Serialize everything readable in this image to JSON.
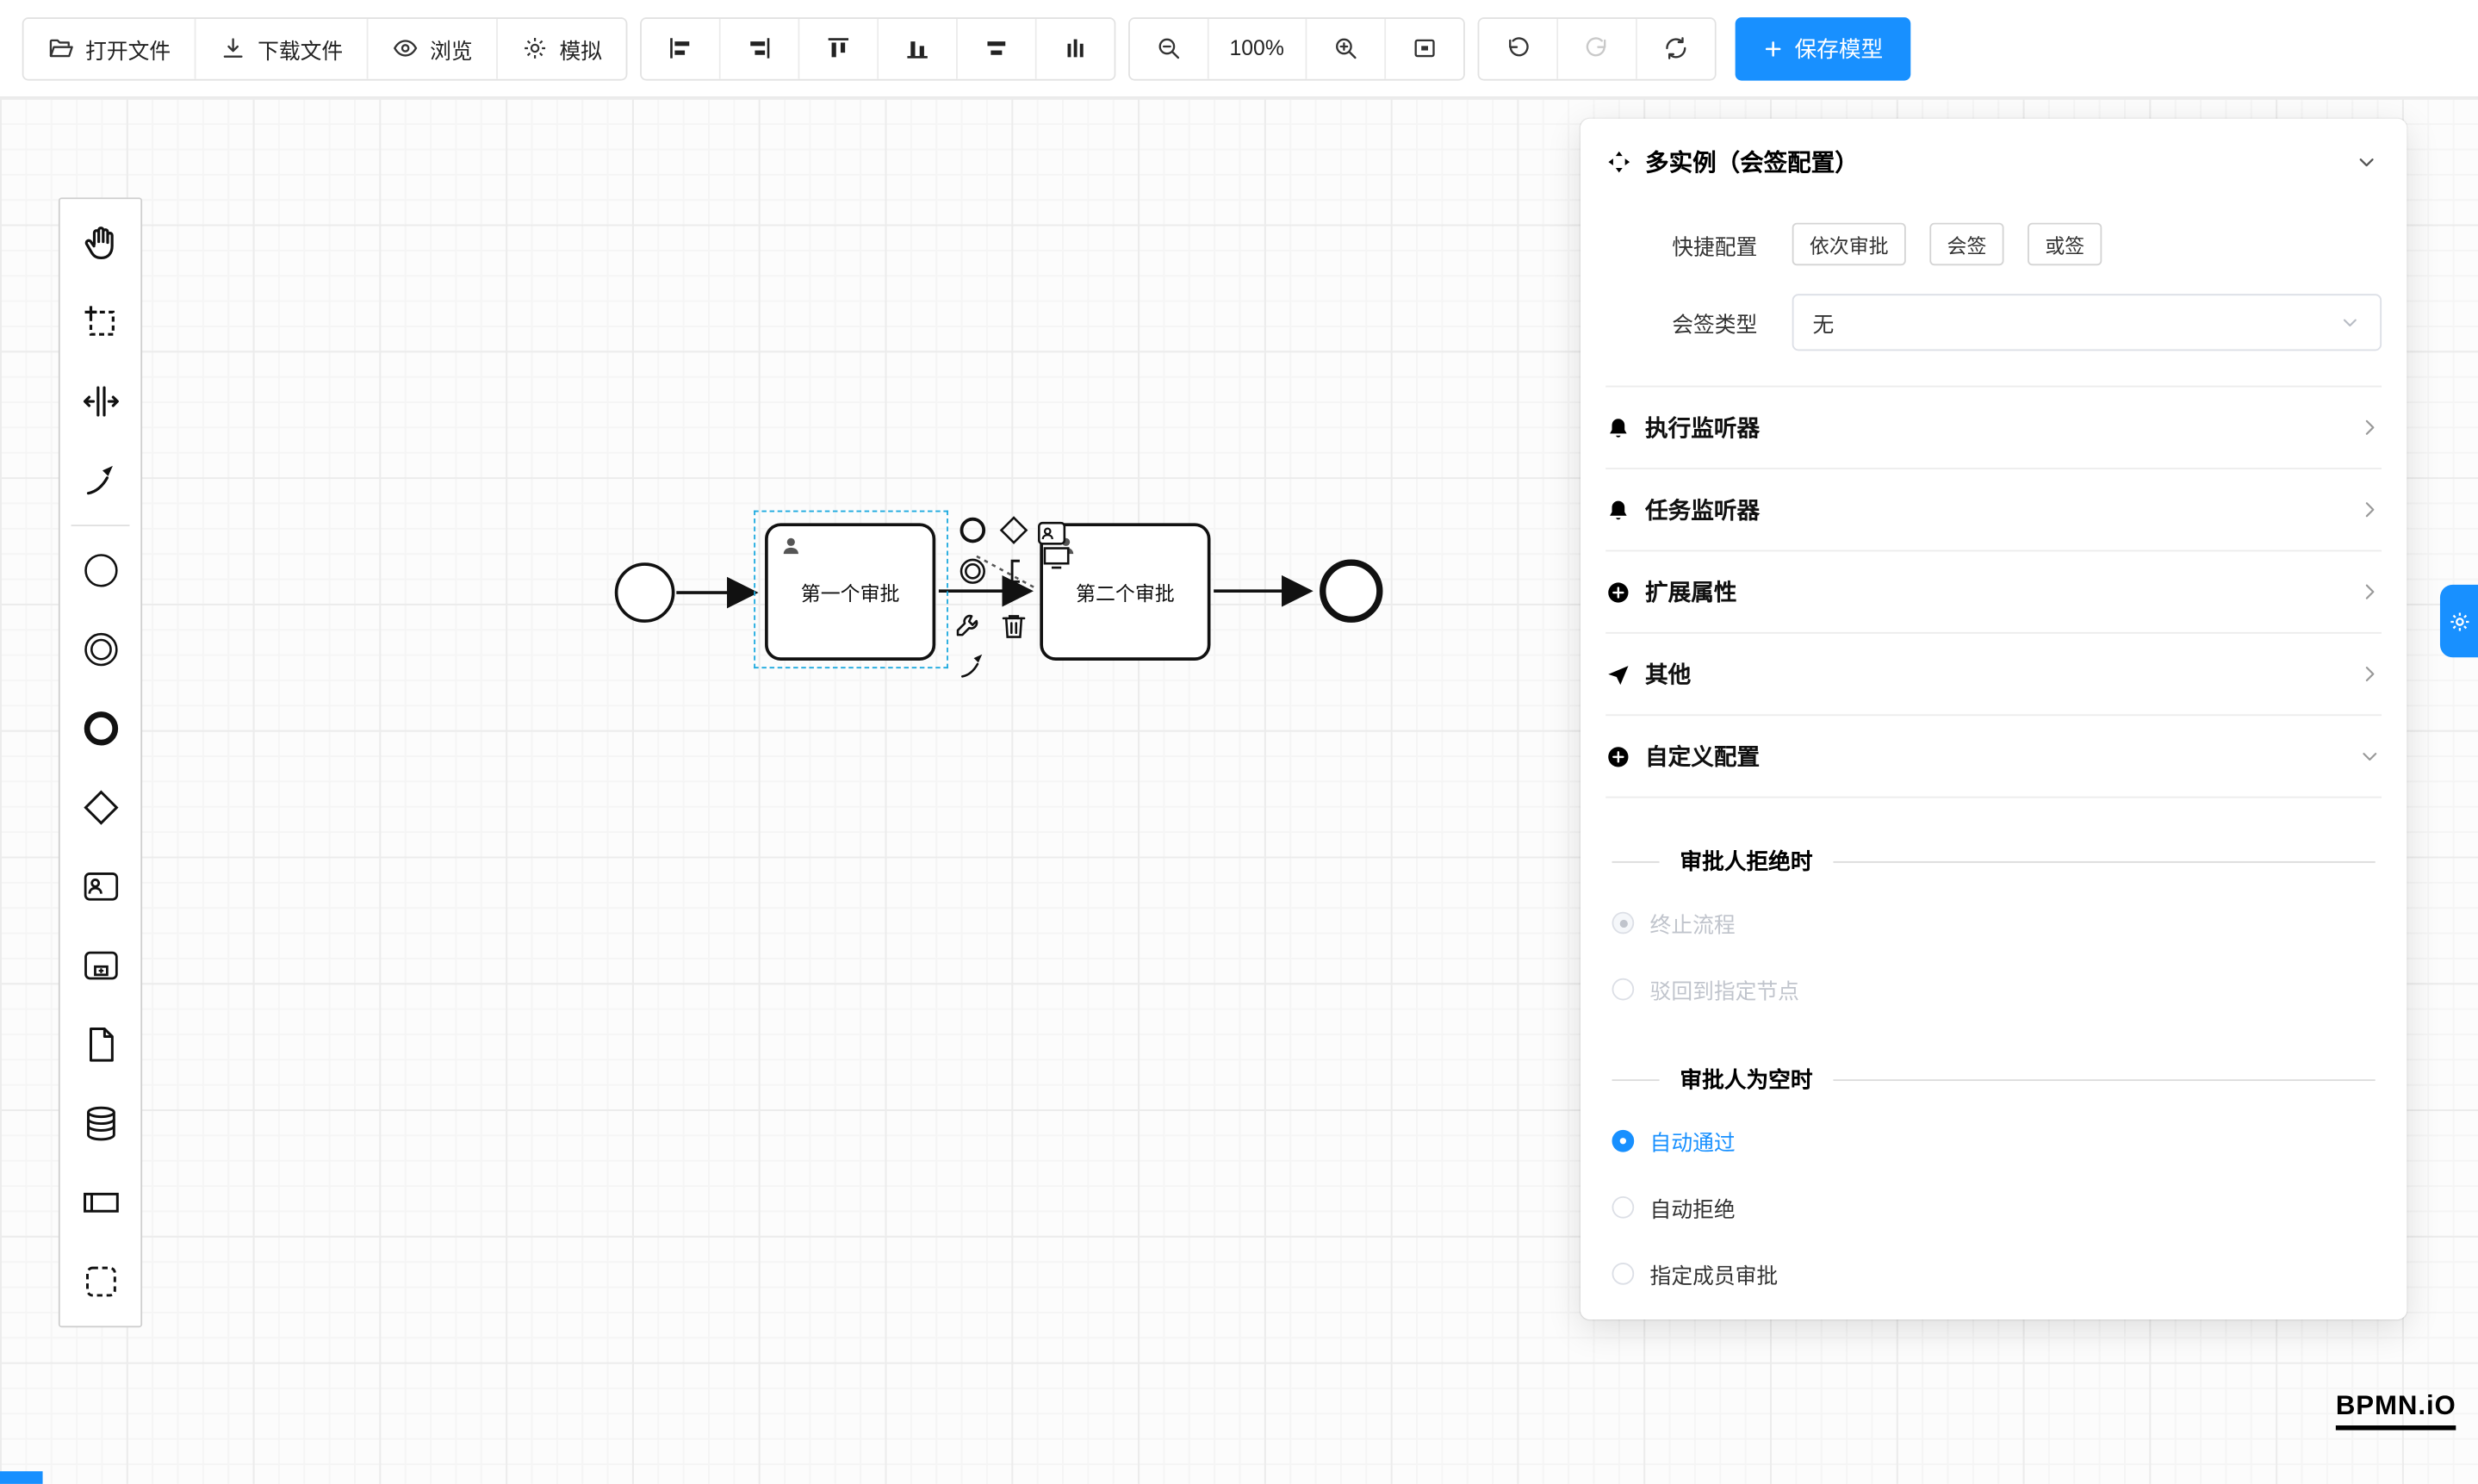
{
  "toolbar": {
    "open": "打开文件",
    "download": "下载文件",
    "preview": "浏览",
    "simulate": "模拟",
    "zoom_level": "100%",
    "save": "保存模型"
  },
  "palette": {
    "tools": [
      "hand-tool",
      "lasso-tool",
      "space-tool",
      "global-connect-tool"
    ],
    "elements": [
      "start-event",
      "intermediate-event",
      "end-event",
      "gateway",
      "user-task",
      "subprocess",
      "data-object",
      "data-store",
      "participant",
      "group"
    ]
  },
  "diagram": {
    "task1_label": "第一个审批",
    "task2_label": "第二个审批"
  },
  "panel": {
    "title": "多实例（会签配置）",
    "quick_config": {
      "label": "快捷配置",
      "options": [
        "依次审批",
        "会签",
        "或签"
      ]
    },
    "sign_type": {
      "label": "会签类型",
      "value": "无"
    },
    "sections": [
      {
        "label": "执行监听器"
      },
      {
        "label": "任务监听器"
      },
      {
        "label": "扩展属性"
      },
      {
        "label": "其他"
      },
      {
        "label": "自定义配置"
      }
    ],
    "custom": {
      "reject_title": "审批人拒绝时",
      "reject_options": [
        {
          "label": "终止流程",
          "selected": true,
          "disabled": true
        },
        {
          "label": "驳回到指定节点",
          "selected": false,
          "disabled": true
        }
      ],
      "empty_title": "审批人为空时",
      "empty_options": [
        {
          "label": "自动通过",
          "selected": true
        },
        {
          "label": "自动拒绝",
          "selected": false
        },
        {
          "label": "指定成员审批",
          "selected": false
        }
      ]
    }
  },
  "logo": "BPMN.iO",
  "colors": {
    "accent": "#1890ff",
    "selection": "#1eaadf"
  }
}
